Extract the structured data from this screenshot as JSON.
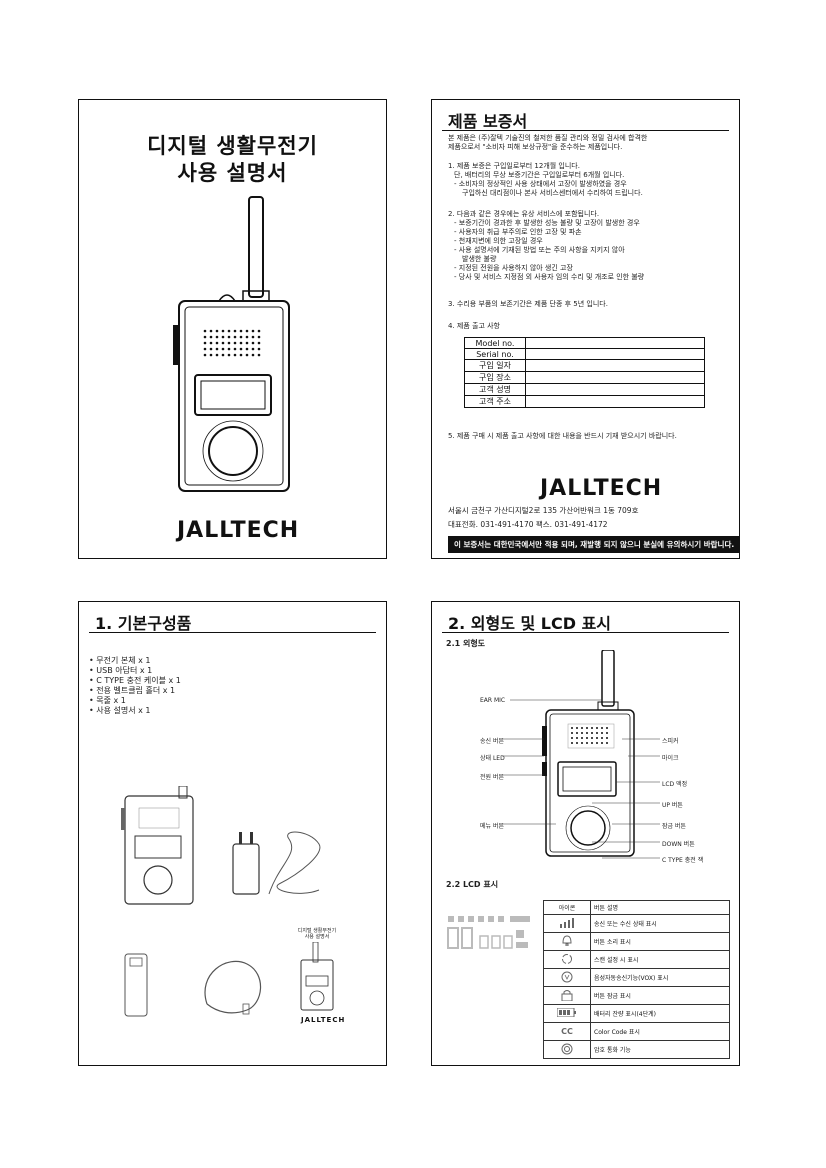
{
  "cover": {
    "title_line1": "디지털 생활무전기",
    "title_line2": "사용 설명서",
    "logo": "JALLTECH"
  },
  "warranty": {
    "title": "제품 보증서",
    "intro1": "본 제품은 (주)잘텍 기술진의 철저한 품질 관리와 정밀 검사에 합격한",
    "intro2": "제품으로서 \"소비자 피해 보상규정\"을 준수하는 제품입니다.",
    "s1_l1": "1. 제품 보증은 구입일로부터 12개월 입니다.",
    "s1_l2": "단, 배터리의 무상 보증기간은 구입일로부터 6개월 입니다.",
    "s1_l3": "- 소비자의 정상적인 사용 상태에서 고장이 발생하였을 경우",
    "s1_l4": "구입하신 대리점이나 본사 서비스센터에서 수리하여 드립니다.",
    "s2_l1": "2. 다음과 같은 경우에는 유상 서비스에 포함됩니다.",
    "s2_l2": "- 보증기간이 경과한 후 발생한 성능 불량 및 고장이 발생한 경우",
    "s2_l3": "- 사용자의 취급 부주의로 인한 고장 및 파손",
    "s2_l4": "- 천재지변에 의한 고장일 경우",
    "s2_l5": "- 사용 설명서에 기재된 방법 또는 주의 사항을 지키지 않아",
    "s2_l6": "발생한 불량",
    "s2_l7": "- 지정된 전원을 사용하지 않아 생긴 고장",
    "s2_l8": "- 당사 및 서비스 지정점 외 사용자 임의 수리 및 개조로 인한 불량",
    "s3": "3. 수리용 부품의 보존기간은 제품 단종 후 5년 입니다.",
    "s4": "4. 제품 출고 사항",
    "table_keys": [
      "Model no.",
      "Serial no.",
      "구입 일자",
      "구입 장소",
      "고객 성명",
      "고객 주소"
    ],
    "s5": "5. 제품 구매 시 제품 출고 사항에 대한 내용을 반드시 기재 받으시기 바랍니다.",
    "logo": "JALLTECH",
    "address": "서울시 금천구 가산디지털2로 135 가산어반워크 1동 709호",
    "phone": "대표전화. 031-491-4170  팩스. 031-491-4172",
    "banner": "이 보증서는 대한민국에서만 적용 되며, 재발행 되지 않으니 분실에 유의하시기 바랍니다."
  },
  "components": {
    "title": "1. 기본구성품",
    "items": [
      "무전기 본체 x 1",
      "USB 아답터 x 1",
      "C TYPE 충전 케이블 x 1",
      "전용 벨트클립 홀더 x 1",
      "목줄 x 1",
      "사용 설명서 x 1"
    ],
    "mini_manual_l1": "디지털 생활무전기",
    "mini_manual_l2": "사용 설명서"
  },
  "layout": {
    "title": "2. 외형도 및 LCD 표시",
    "sub1": "2.1 외형도",
    "labels_left": [
      "EAR MIC",
      "송신 버튼",
      "상태 LED",
      "전원 버튼",
      "메뉴 버튼"
    ],
    "labels_right": [
      "스피커",
      "마이크",
      "LCD 액정",
      "UP 버튼",
      "잠금 버튼",
      "DOWN 버튼",
      "C TYPE 충전 잭"
    ],
    "sub2": "2.2 LCD 표시",
    "lcd_header_icon": "아이콘",
    "lcd_header_desc": "버튼 설명",
    "lcd_rows": [
      "송신 또는 수신 상태 표시",
      "버튼 소리 표시",
      "스캔 설정 시 표시",
      "음성자동송신기능(VOX) 표시",
      "버튼 잠금 표시",
      "배터리 잔량 표시(4단계)",
      "Color Code 표시",
      "암호 통화 기능"
    ],
    "cc_icon": "CC"
  }
}
